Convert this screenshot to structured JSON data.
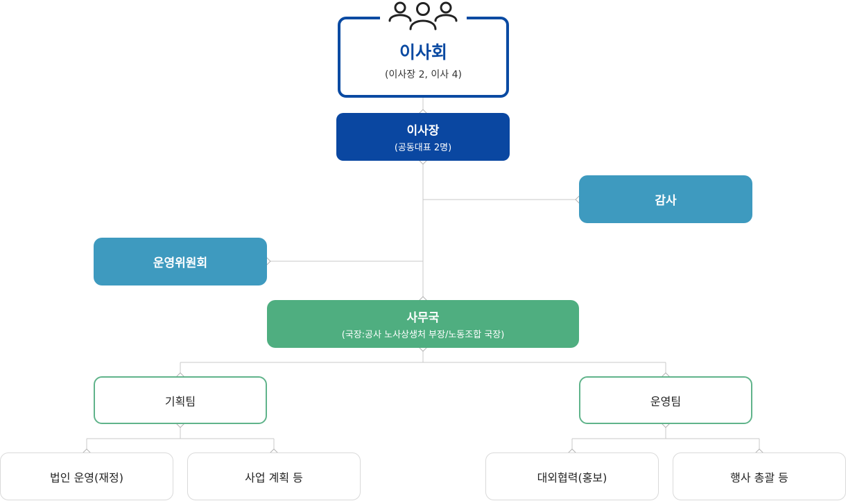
{
  "board": {
    "title": "이사회",
    "subtitle": "(이사장 2, 이사 4)"
  },
  "chair": {
    "title": "이사장",
    "subtitle": "(공동대표 2명)"
  },
  "audit": {
    "label": "감사"
  },
  "committee": {
    "label": "운영위원회"
  },
  "office": {
    "title": "사무국",
    "subtitle": "(국장:공사 노사상생처 부장/노동조합 국장)"
  },
  "teams": [
    {
      "label": "기획팀",
      "tasks": [
        "법인 운영(재정)",
        "사업 계획 등"
      ]
    },
    {
      "label": "운영팀",
      "tasks": [
        "대외협력(홍보)",
        "행사 총괄 등"
      ]
    }
  ],
  "colors": {
    "navy": "#0a4aa2",
    "blue": "#3e9abf",
    "green": "#4fae80",
    "team_border": "#5fb38a",
    "line": "#c8c8c8"
  },
  "icons": {
    "board_icon": "people-group-icon"
  }
}
